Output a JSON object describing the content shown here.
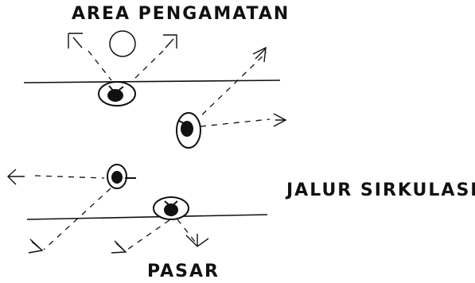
{
  "labels": {
    "area": "AREA PENGAMATAN",
    "route": "JALUR SIRKULASI",
    "market": "PASAR"
  },
  "colors": {
    "ink": "#111111",
    "paper": "#ffffff"
  },
  "icons": [
    "observer-eye-icon",
    "arrow-icon",
    "circle-icon"
  ]
}
